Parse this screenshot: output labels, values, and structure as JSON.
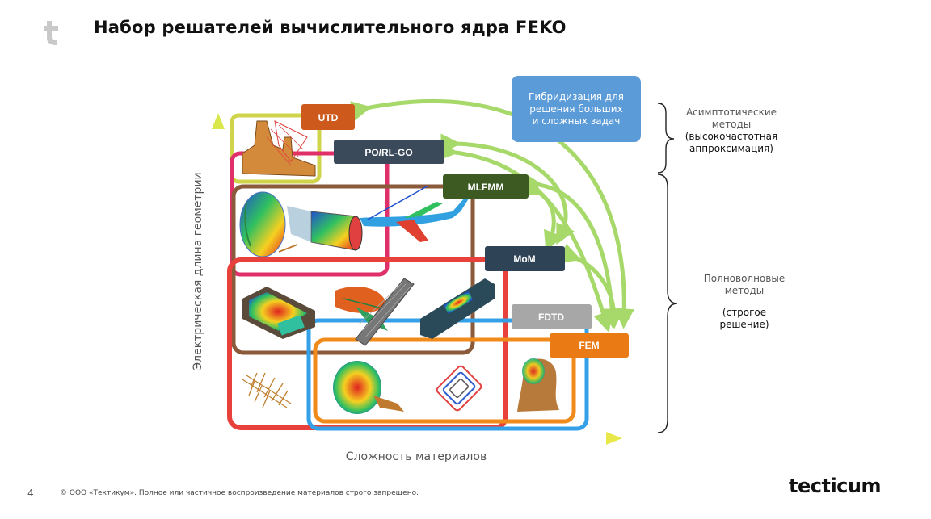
{
  "title": "Набор решателей вычислительного ядра FEKO",
  "axes": {
    "y_label": "Электрическая длина геометрии",
    "x_label": "Сложность материалов"
  },
  "solvers": {
    "utd": "UTD",
    "po": "PO/RL-GO",
    "mlfmm": "MLFMM",
    "mom": "MoM",
    "fdtd": "FDTD",
    "fem": "FEM"
  },
  "colors": {
    "utd": "#cd5a1c",
    "po": "#3b4a5a",
    "mlfmm": "#3d5a23",
    "mom": "#2f4356",
    "fdtd": "#a7a7a7",
    "fem": "#ea7a14",
    "hybrid": "#5b9bd8",
    "arrow": "#a6d86a"
  },
  "hybrid_box": {
    "line1": "Гибридизация для",
    "line2": "решения больших",
    "line3": "и сложных задач"
  },
  "groups": {
    "asymptotic": {
      "line1": "Асимптотические",
      "line2": "методы",
      "line3": "(высокочастотная",
      "line4": "аппроксимация)"
    },
    "fullwave": {
      "line1": "Полноволновые",
      "line2": "методы",
      "line3": "(строгое",
      "line4": "решение)"
    }
  },
  "icons": {
    "logo": "tecticum-t-logo-icon",
    "building": "building-model-icon",
    "reflector": "reflector-antenna-icon",
    "horn": "horn-antenna-icon",
    "aircraft": "aircraft-icon",
    "circuit": "circuit-board-icon",
    "pattern": "radiation-pattern-icon",
    "array": "antenna-array-icon",
    "lpda": "log-periodic-antenna-icon",
    "sphere": "radiation-sphere-icon",
    "rfid": "rfid-coil-icon",
    "head": "human-head-icon"
  },
  "footer": {
    "page": "4",
    "copyright": "© ООО «Тектикум». Полное или частичное воспроизведение материалов строго запрещено.",
    "brand": "tecticum"
  }
}
